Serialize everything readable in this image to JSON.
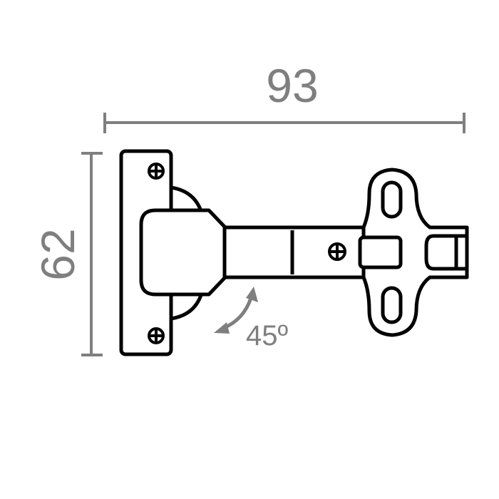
{
  "diagram": {
    "subject": "concealed cabinet hinge (top view)",
    "dimensions": {
      "width": {
        "value": "93",
        "orientation": "horizontal"
      },
      "height": {
        "value": "62",
        "orientation": "vertical"
      },
      "angle": {
        "value": "45º",
        "type": "opening-angle"
      }
    },
    "colors": {
      "outline": "#000000",
      "dimension": "#7f7f7f",
      "background": "#ffffff"
    }
  }
}
